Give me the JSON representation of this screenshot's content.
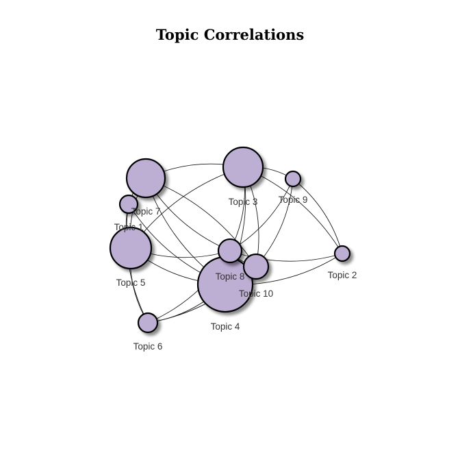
{
  "title": "Topic Correlations",
  "colors": {
    "node_fill": "#bdaed4",
    "node_stroke": "#000000",
    "edge": "#1a1a1a",
    "label": "#333333"
  },
  "nodes": [
    {
      "id": "t1",
      "label": "Topic 1"
    },
    {
      "id": "t2",
      "label": "Topic 2"
    },
    {
      "id": "t3",
      "label": "Topic 3"
    },
    {
      "id": "t4",
      "label": "Topic 4"
    },
    {
      "id": "t5",
      "label": "Topic 5"
    },
    {
      "id": "t6",
      "label": "Topic 6"
    },
    {
      "id": "t7",
      "label": "Topic 7"
    },
    {
      "id": "t8",
      "label": "Topic 8"
    },
    {
      "id": "t9",
      "label": "Topic 9"
    },
    {
      "id": "t10",
      "label": "Topic 10"
    }
  ],
  "edges": [
    [
      "t7",
      "t3"
    ],
    [
      "t7",
      "t8"
    ],
    [
      "t7",
      "t10"
    ],
    [
      "t7",
      "t4"
    ],
    [
      "t7",
      "t1"
    ],
    [
      "t7",
      "t5"
    ],
    [
      "t3",
      "t9"
    ],
    [
      "t3",
      "t8"
    ],
    [
      "t3",
      "t10"
    ],
    [
      "t3",
      "t2"
    ],
    [
      "t3",
      "t5"
    ],
    [
      "t3",
      "t4"
    ],
    [
      "t9",
      "t10"
    ],
    [
      "t9",
      "t8"
    ],
    [
      "t9",
      "t2"
    ],
    [
      "t2",
      "t8"
    ],
    [
      "t2",
      "t4"
    ],
    [
      "t5",
      "t8"
    ],
    [
      "t5",
      "t4"
    ],
    [
      "t5",
      "t6"
    ],
    [
      "t5",
      "t1"
    ],
    [
      "t6",
      "t4"
    ],
    [
      "t6",
      "t8"
    ],
    [
      "t6",
      "t10"
    ],
    [
      "t1",
      "t4"
    ],
    [
      "t1",
      "t6"
    ],
    [
      "t8",
      "t10"
    ],
    [
      "t4",
      "t10"
    ],
    [
      "t4",
      "t8"
    ]
  ]
}
